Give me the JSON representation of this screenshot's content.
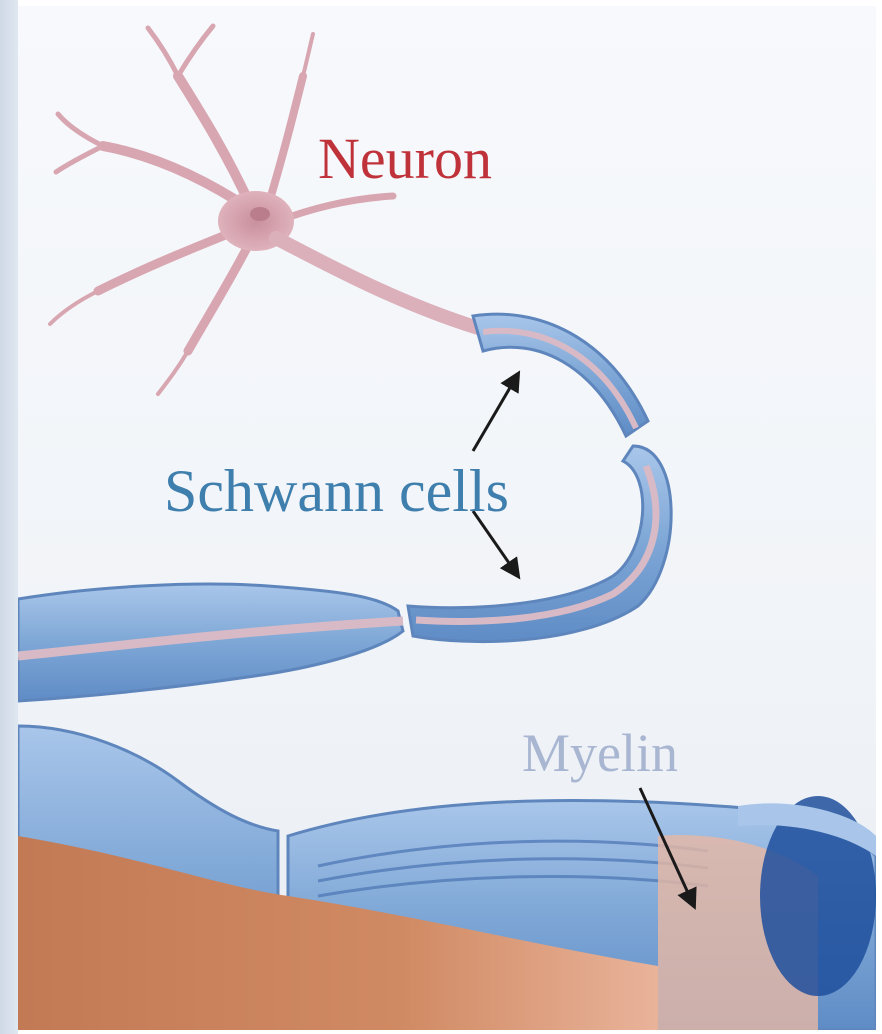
{
  "labels": {
    "neuron": "Neuron",
    "schwann": "Schwann cells",
    "myelin": "Myelin"
  },
  "colors": {
    "neuron_label": "#c0323a",
    "schwann_label": "#3f7fae",
    "myelin_label": "#a9b6d2",
    "neuron_body": "#d9a9b4",
    "sheath_blue": "#7ea7d6",
    "axon_core": "#c47b55"
  }
}
